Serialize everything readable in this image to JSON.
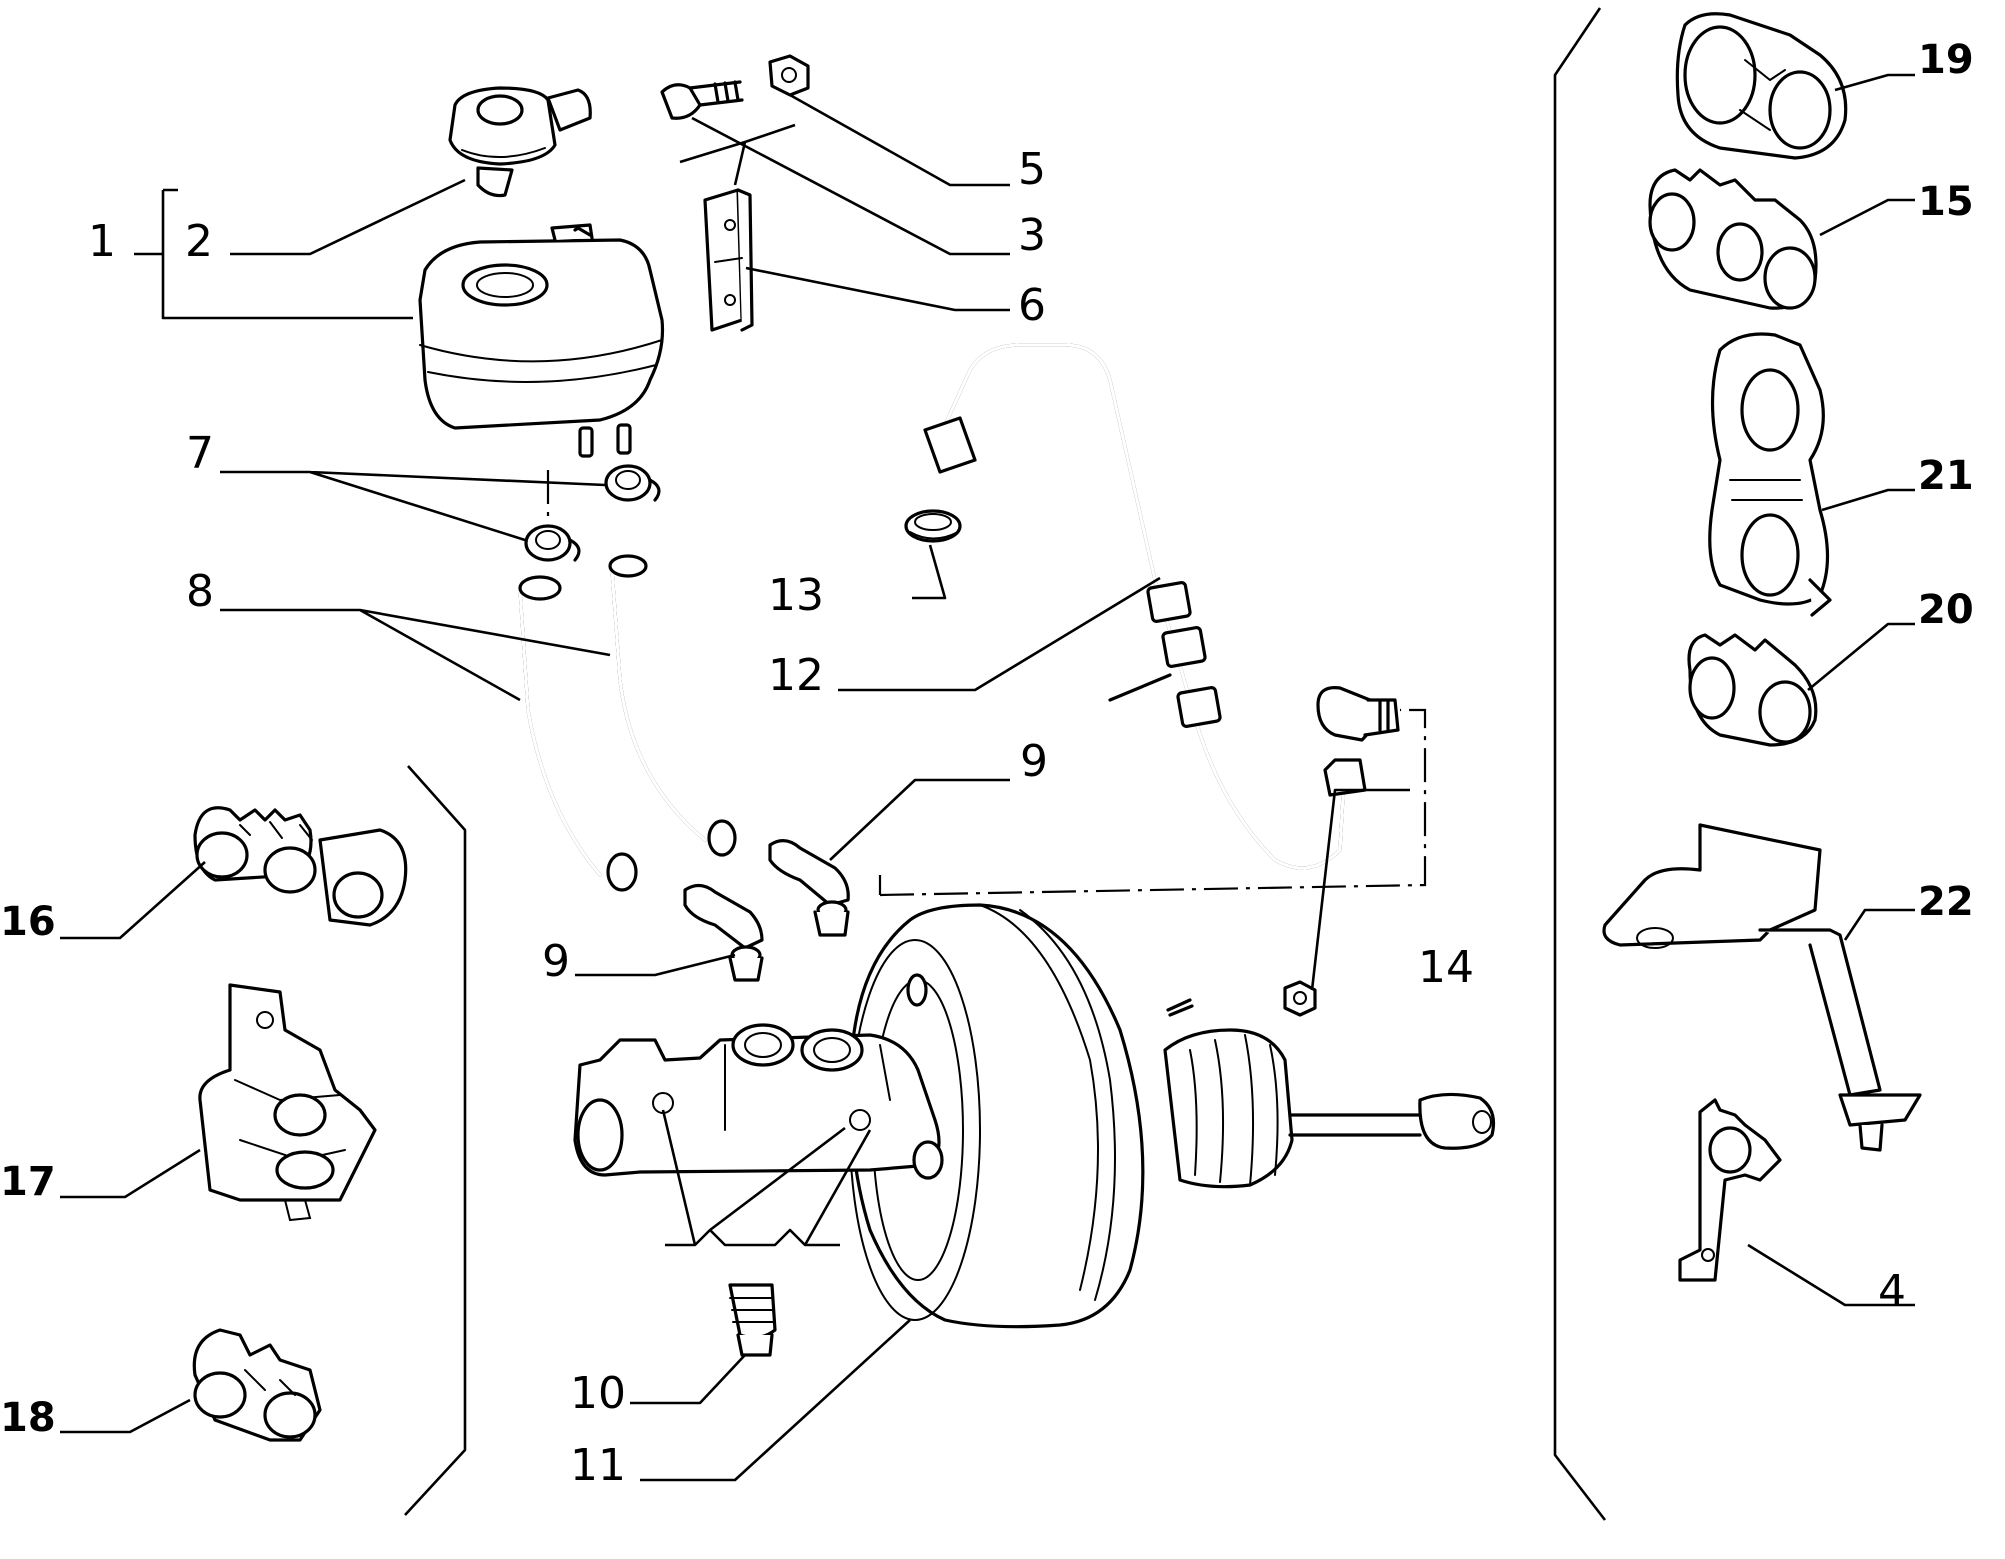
{
  "callouts": [
    {
      "id": "1",
      "text": "1"
    },
    {
      "id": "2",
      "text": "2"
    },
    {
      "id": "3",
      "text": "3"
    },
    {
      "id": "4",
      "text": "4"
    },
    {
      "id": "5",
      "text": "5"
    },
    {
      "id": "6",
      "text": "6"
    },
    {
      "id": "7",
      "text": "7"
    },
    {
      "id": "8",
      "text": "8"
    },
    {
      "id": "9a",
      "text": "9"
    },
    {
      "id": "9b",
      "text": "9"
    },
    {
      "id": "10",
      "text": "10"
    },
    {
      "id": "11",
      "text": "11"
    },
    {
      "id": "12",
      "text": "12"
    },
    {
      "id": "13",
      "text": "13"
    },
    {
      "id": "14",
      "text": "14"
    },
    {
      "id": "15",
      "text": "15"
    },
    {
      "id": "16",
      "text": "16"
    },
    {
      "id": "17",
      "text": "17"
    },
    {
      "id": "18",
      "text": "18"
    },
    {
      "id": "19",
      "text": "19"
    },
    {
      "id": "20",
      "text": "20"
    },
    {
      "id": "21",
      "text": "21"
    },
    {
      "id": "22",
      "text": "22"
    }
  ]
}
